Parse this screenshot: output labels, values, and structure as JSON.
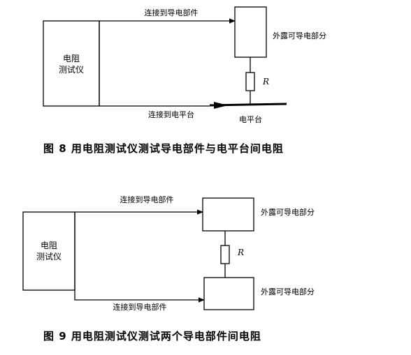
{
  "figure8": {
    "tester_line1": "电阻",
    "tester_line2": "测试仪",
    "top_wire_label": "连接到导电部件",
    "bottom_wire_label": "连接到电平台",
    "part_label": "外露可导电部分",
    "resistor_label": "R",
    "platform_label": "电平台",
    "caption": "图 8   用电阻测试仪测试导电部件与电平台间电阻"
  },
  "figure9": {
    "tester_line1": "电阻",
    "tester_line2": "测试仪",
    "top_wire_label": "连接到导电部件",
    "bottom_wire_label": "连接到导电部件",
    "part_top_label": "外露可导电部分",
    "part_bottom_label": "外露可导电部分",
    "resistor_label": "R",
    "caption": "图 9   用电阻测试仪测试两个导电部件间电阻"
  }
}
